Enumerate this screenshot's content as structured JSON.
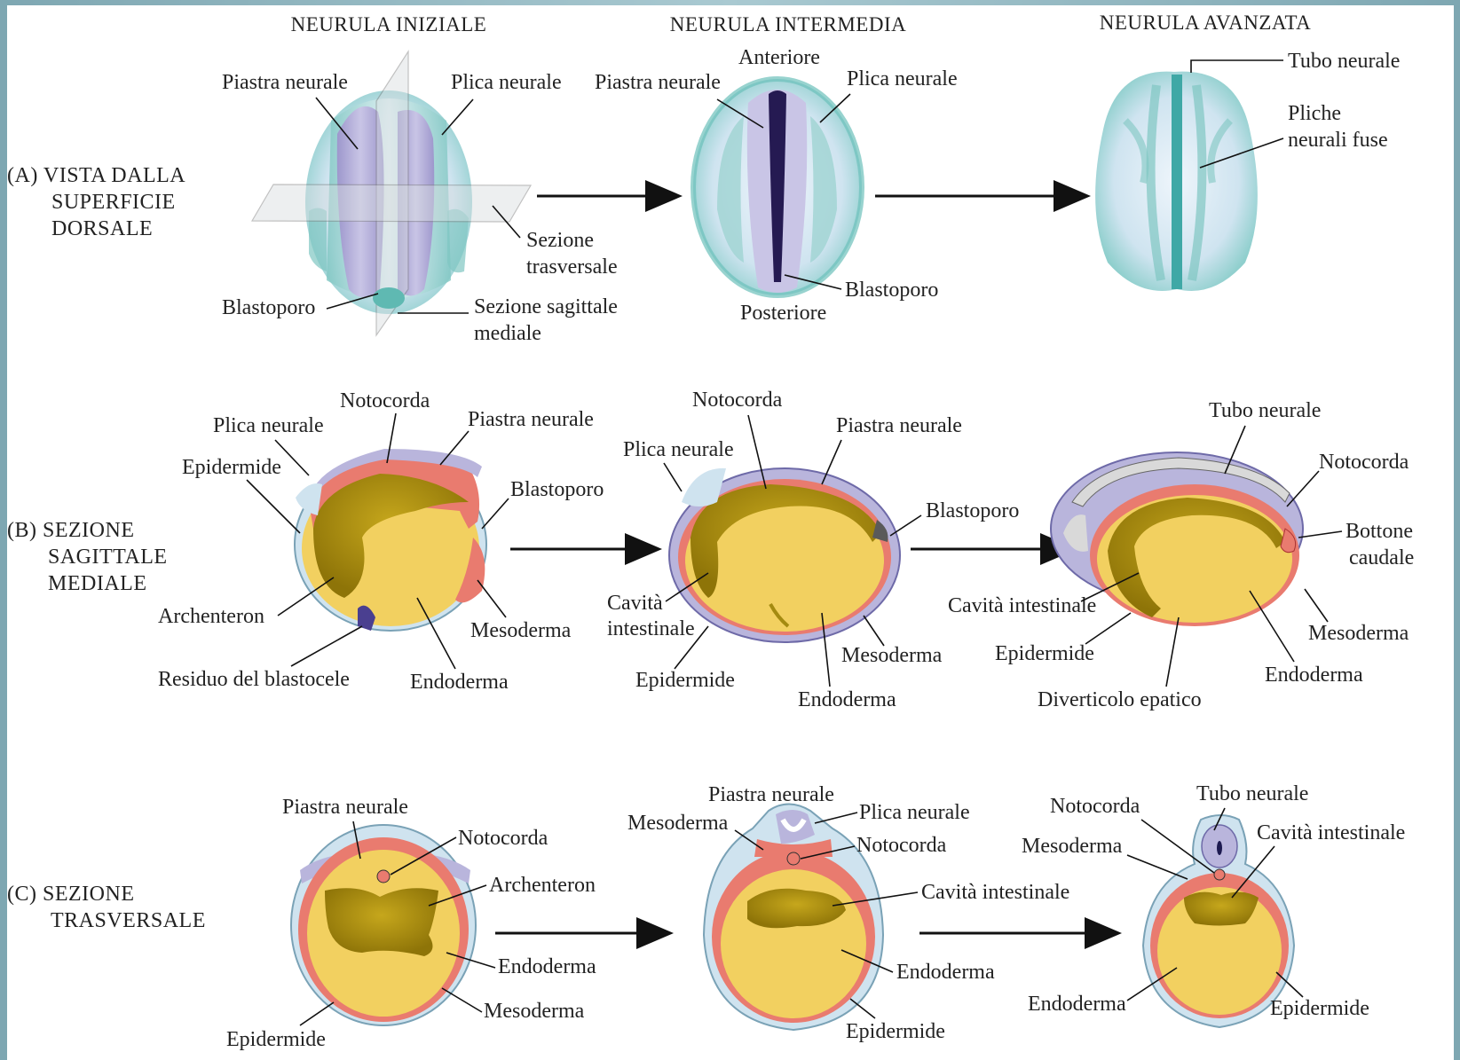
{
  "columns": {
    "initial": "NEURULA INIZIALE",
    "intermediate": "NEURULA INTERMEDIA",
    "advanced": "NEURULA AVANZATA"
  },
  "rows": {
    "a": {
      "l1": "(A)  VISTA DALLA",
      "l2": "SUPERFICIE",
      "l3": "DORSALE"
    },
    "b": {
      "l1": "(B)  SEZIONE",
      "l2": "SAGITTALE",
      "l3": "MEDIALE"
    },
    "c": {
      "l1": "(C)  SEZIONE",
      "l2": "TRASVERSALE"
    }
  },
  "labels_a": {
    "piastra_1": "Piastra neurale",
    "plica_1": "Plica neurale",
    "sez_trasv_1": "Sezione",
    "sez_trasv_2": "trasversale",
    "blastoporo_1": "Blastoporo",
    "sez_sag_1": "Sezione sagittale",
    "sez_sag_2": "mediale",
    "anteriore": "Anteriore",
    "piastra_2": "Piastra neurale",
    "plica_2": "Plica neurale",
    "blastoporo_2": "Blastoporo",
    "posteriore": "Posteriore",
    "tubo": "Tubo neurale",
    "pliche_1": "Pliche",
    "pliche_2": "neurali fuse"
  },
  "labels_b": {
    "notocorda_1": "Notocorda",
    "plica_1": "Plica neurale",
    "piastra_1": "Piastra neurale",
    "epidermide_1": "Epidermide",
    "blastoporo_1": "Blastoporo",
    "archenteron": "Archenteron",
    "mesoderma_1": "Mesoderma",
    "residuo": "Residuo del blastocele",
    "endoderma_1": "Endoderma",
    "notocorda_2": "Notocorda",
    "piastra_2": "Piastra neurale",
    "plica_2": "Plica neurale",
    "blastoporo_2": "Blastoporo",
    "cavita_2a": "Cavità",
    "cavita_2b": "intestinale",
    "epidermide_2": "Epidermide",
    "mesoderma_2": "Mesoderma",
    "endoderma_2": "Endoderma",
    "tubo_3": "Tubo neurale",
    "notocorda_3": "Notocorda",
    "bottone_a": "Bottone",
    "bottone_b": "caudale",
    "cavita_3": "Cavità intestinale",
    "mesoderma_3": "Mesoderma",
    "epidermide_3": "Epidermide",
    "endoderma_3": "Endoderma",
    "diverticolo": "Diverticolo epatico"
  },
  "labels_c": {
    "piastra_1": "Piastra neurale",
    "notocorda_1": "Notocorda",
    "archenteron": "Archenteron",
    "endoderma_1": "Endoderma",
    "mesoderma_1": "Mesoderma",
    "epidermide_1": "Epidermide",
    "piastra_2": "Piastra neurale",
    "plica_2": "Plica neurale",
    "mesoderma_2": "Mesoderma",
    "notocorda_2": "Notocorda",
    "cavita_2": "Cavità intestinale",
    "endoderma_2": "Endoderma",
    "epidermide_2": "Epidermide",
    "tubo_3": "Tubo neurale",
    "notocorda_3": "Notocorda",
    "mesoderma_3": "Mesoderma",
    "cavita_3": "Cavità intestinale",
    "endoderma_3": "Endoderma",
    "epidermide_3": "Epidermide"
  },
  "colors": {
    "background": "#8fb3bd",
    "panel": "#ffffff",
    "epidermis_blue": "#cfe3ef",
    "neural_purple": "#b9b5dc",
    "mesoderm_red": "#e97b6f",
    "endoderm_yellow": "#f4d35e",
    "gut_olive": "#a48a10",
    "embryo_teal": "#9fd3d2"
  }
}
